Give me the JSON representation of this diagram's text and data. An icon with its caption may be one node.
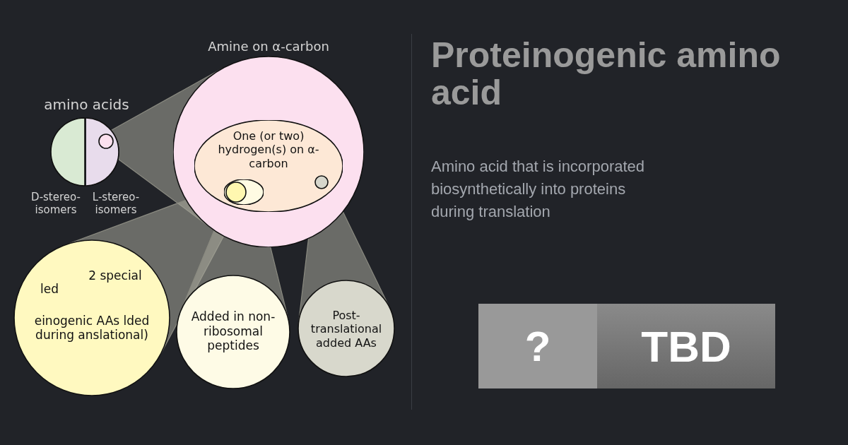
{
  "diagram": {
    "title": "Proteinogenic amino acid",
    "caption": "Amino acid that is incorporated biosynthetically into proteins during translation",
    "nodes": [
      {
        "text": [
          "amino acids"
        ]
      },
      {
        "text": [
          "D-stereo- isomers"
        ],
        "in": 0
      },
      {
        "text": [
          "L-stereo- isomers"
        ],
        "in": 0
      },
      {
        "text": [],
        "shape": "circle",
        "in": 2
      },
      {
        "text": [
          "Amine on α-carbon"
        ]
      },
      {
        "text": [
          "One (or two) hydrogen(s) on α-carbon"
        ],
        "in": 4
      },
      {
        "text": [],
        "shape": "circle",
        "in": 5
      },
      {
        "text": [],
        "shape": "circle",
        "in": 6
      },
      {
        "text": [],
        "shape": "circle",
        "in": 5
      },
      {
        "text": [
          "led",
          "2 special",
          "einogenic AAs lded during anslational)"
        ]
      },
      {
        "text": [
          "Added in non-ribosomal peptides"
        ]
      },
      {
        "text": [
          "Post- translational added AAs"
        ]
      }
    ],
    "edges": [
      {
        "from": 3,
        "to": 4,
        "arrow": "none"
      },
      {
        "from": 7,
        "to": 9,
        "arrow": "none"
      },
      {
        "from": 6,
        "to": 10,
        "arrow": "none"
      },
      {
        "from": 8,
        "to": 11,
        "arrow": "none"
      }
    ],
    "labels": [
      "?",
      "TBD"
    ]
  }
}
